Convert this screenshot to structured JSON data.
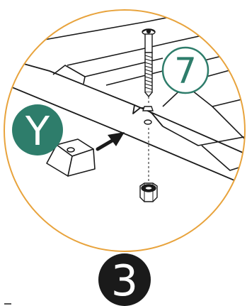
{
  "detail": {
    "part_label": "7",
    "callout_label": "Y"
  },
  "step": {
    "number": "3"
  },
  "colors": {
    "circle_border": "#E8A33C",
    "badge_green": "#2E7D6B",
    "step_badge": "#1A1A1A",
    "line": "#1A1A1A"
  },
  "icons": {
    "bolt": "bolt-icon",
    "nut": "nut-icon",
    "spacer": "spacer-block-icon",
    "arrow": "arrow-icon"
  }
}
